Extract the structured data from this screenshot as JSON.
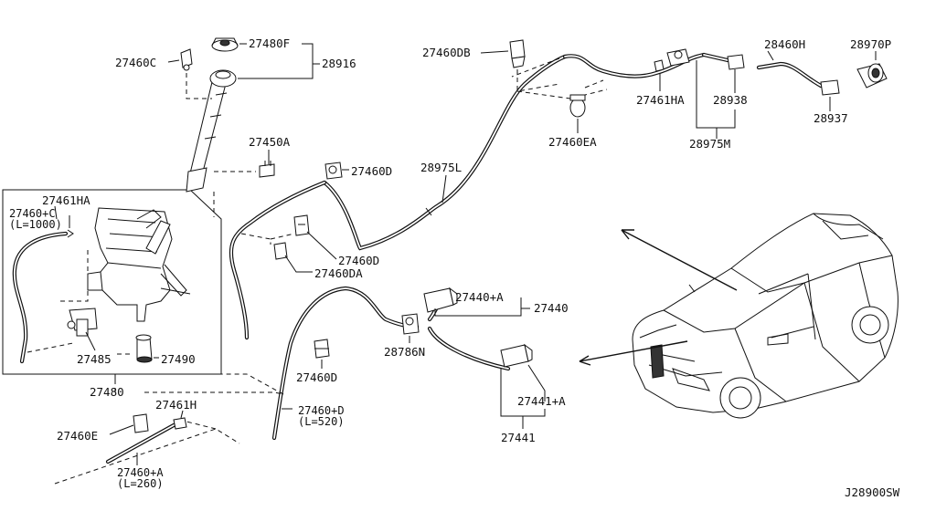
{
  "diagram_id": "J28900SW",
  "labels": {
    "p27460C": "27460C",
    "p27480F": "27480F",
    "p28916": "28916",
    "p27460DB": "27460DB",
    "p28460H": "28460H",
    "p28970P": "28970P",
    "p27461HA_top": "27461HA",
    "p28938": "28938",
    "p28937": "28937",
    "p27460EA": "27460EA",
    "p28975M": "28975M",
    "p27450A": "27450A",
    "p27460D_a": "27460D",
    "p28975L": "28975L",
    "p27461HA_left": "27461HA",
    "p27460C_plus": "27460+C",
    "p27460C_len": "(L=1000)",
    "p27460D_b": "27460D",
    "p27460DA": "27460DA",
    "p27440A": "27440+A",
    "p27440": "27440",
    "p27485": "27485",
    "p27490": "27490",
    "p28786N": "28786N",
    "p27480": "27480",
    "p27460D_c": "27460D",
    "p27461H": "27461H",
    "p27441A": "27441+A",
    "p27460E": "27460E",
    "p27460D_plus": "27460+D",
    "p27460D_len": "(L=520)",
    "p27441": "27441",
    "p27460A_plus": "27460+A",
    "p27460A_len": "(L=260)"
  }
}
